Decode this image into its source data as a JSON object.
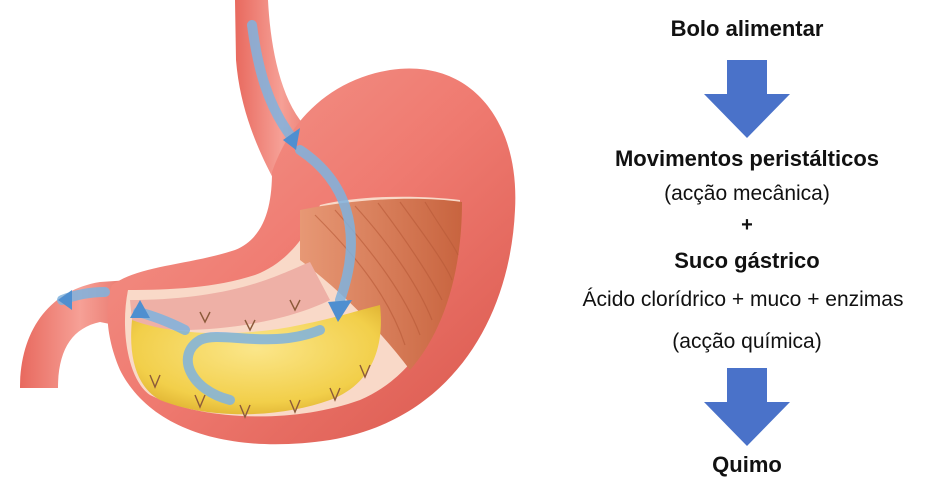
{
  "flow": {
    "step1": "Bolo alimentar",
    "step2": "Movimentos peristálticos",
    "step2_note": "(acção mecânica)",
    "plus": "+",
    "step3": "Suco gástrico",
    "step3_detail": "Ácido clorídrico + muco + enzimas",
    "step3_note": "(acção química)",
    "step4": "Quimo"
  },
  "colors": {
    "arrow": "#4a72c9",
    "stomach_outer": "#f07b73",
    "stomach_inner": "#e25d52",
    "muscle": "#d9815e",
    "chyme": "#f2cf4a",
    "flow_arrow": "#7fb3df"
  }
}
